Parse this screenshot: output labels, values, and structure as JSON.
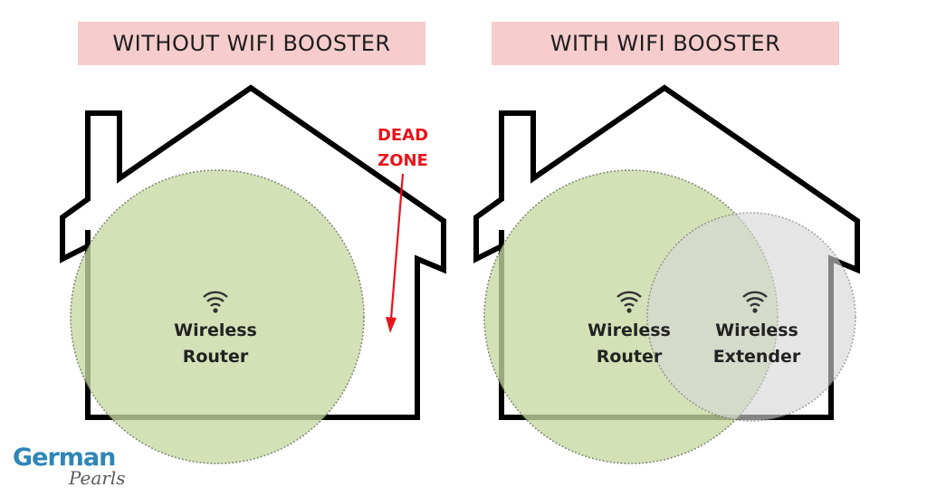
{
  "panels": {
    "left": {
      "banner": "WITHOUT WIFI BOOSTER"
    },
    "right": {
      "banner": "WITH WIFI BOOSTER"
    }
  },
  "labels": {
    "router_line1": "Wireless",
    "router_line2": "Router",
    "extender_line1": "Wireless",
    "extender_line2": "Extender",
    "dead_line1": "DEAD",
    "dead_line2": "ZONE"
  },
  "logo": {
    "top": "German",
    "bottom": "Pearls"
  },
  "icons": {
    "wifi": "wifi-icon",
    "arrow": "arrow-icon"
  },
  "colors": {
    "banner_bg": "#f6cccc",
    "banner_text": "#1e1e1e",
    "house_stroke": "#000000",
    "router_fill": "#c8d9a3",
    "extender_fill": "#d6d6d6",
    "dead_zone": "#e8141c",
    "logo_top": "#2f86b8",
    "logo_bottom": "#5a5a5a"
  }
}
